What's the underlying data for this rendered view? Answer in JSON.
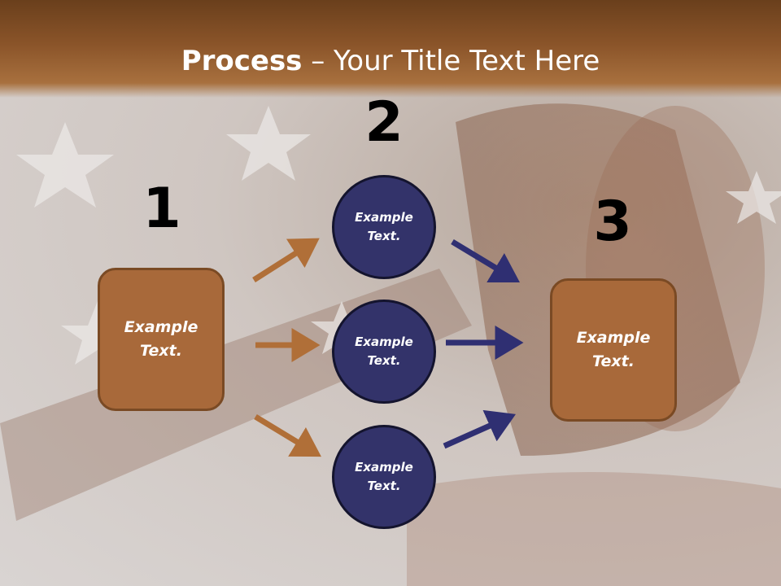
{
  "title": {
    "bold": "Process",
    "rest": " – Your Title Text Here"
  },
  "steps": {
    "one": {
      "number": "1",
      "box_text": "Example Text."
    },
    "two": {
      "number": "2",
      "circles": [
        "Example Text.",
        "Example Text.",
        "Example Text."
      ]
    },
    "three": {
      "number": "3",
      "box_text": "Example Text."
    }
  },
  "colors": {
    "brown": "#a8693a",
    "navy": "#33336a",
    "header": "#8a5429"
  },
  "icons": {
    "arrow": "arrow-icon",
    "background": "gavel-flag-photo"
  }
}
